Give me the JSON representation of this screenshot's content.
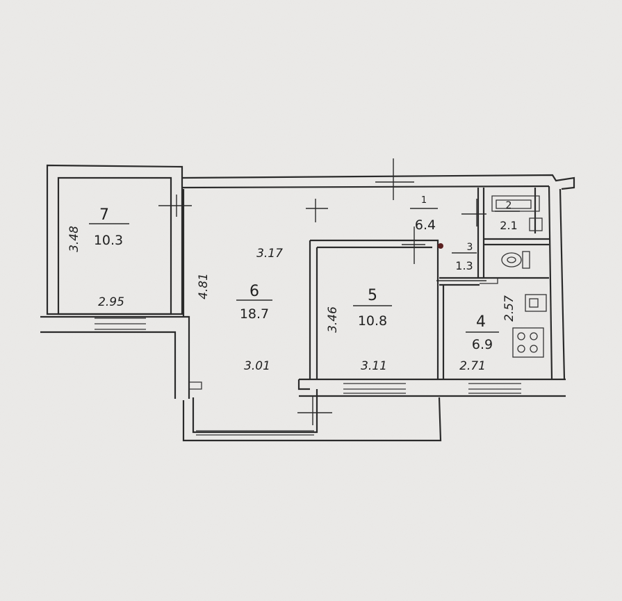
{
  "rooms": [
    {
      "num": "7",
      "area": "10.3"
    },
    {
      "num": "6",
      "area": "18.7"
    },
    {
      "num": "5",
      "area": "10.8"
    },
    {
      "num": "4",
      "area": "6.9"
    },
    {
      "num": "1",
      "area": "6.4"
    },
    {
      "num": "2",
      "area": "2.1"
    },
    {
      "num": "3",
      "area": "1.3"
    }
  ],
  "dimensions": {
    "r7_height": "3.48",
    "r7_width": "2.95",
    "r6_height": "4.81",
    "r6_top": "3.17",
    "r6_bottom": "3.01",
    "r5_height": "3.46",
    "r5_width": "3.11",
    "r4_width": "2.71",
    "r4_height": "2.57"
  }
}
